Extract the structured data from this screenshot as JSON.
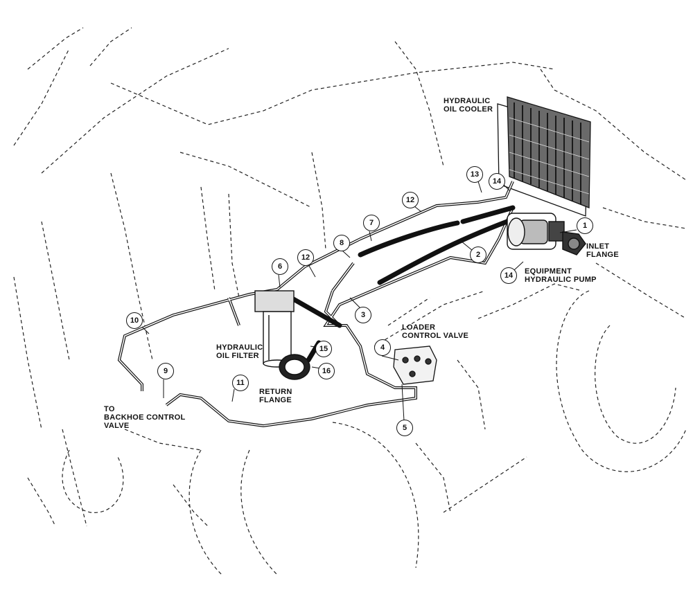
{
  "labels": {
    "oil_cooler": [
      "HYDRAULIC",
      "OIL COOLER"
    ],
    "inlet_flange": [
      "INLET",
      "FLANGE"
    ],
    "pump": [
      "EQUIPMENT",
      "HYDRAULIC PUMP"
    ],
    "loader_valve": [
      "LOADER",
      "CONTROL VALVE"
    ],
    "oil_filter": [
      "HYDRAULIC",
      "OIL FILTER"
    ],
    "return_flange": [
      "RETURN",
      "FLANGE"
    ],
    "backhoe_valve": [
      "TO",
      "BACKHOE CONTROL",
      "VALVE"
    ]
  },
  "callouts": [
    "1",
    "2",
    "3",
    "4",
    "5",
    "6",
    "7",
    "8",
    "9",
    "10",
    "11",
    "12",
    "12",
    "13",
    "14",
    "14",
    "15",
    "16"
  ]
}
